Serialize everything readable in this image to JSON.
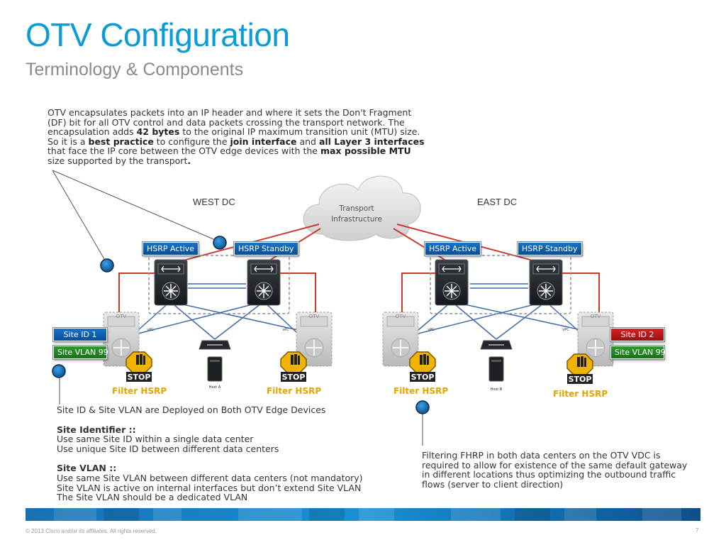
{
  "header": {
    "title": "OTV Configuration",
    "subtitle": "Terminology & Components"
  },
  "intro": {
    "p1": "OTV encapsulates packets into an IP header and where it sets the Don't Fragment (DF) bit for all OTV control and data packets crossing the transport network. The encapsulation adds ",
    "b1": "42 bytes",
    "p2": " to the original IP maximum transition unit (MTU) size. So it is a ",
    "b2": "best practice",
    "p3": " to configure the ",
    "b3": "join interface",
    "p4": " and ",
    "b4": "all Layer 3 interfaces",
    "p5": " that face the IP core between the OTV edge devices with the ",
    "b5": "max possible MTU",
    "p6": " size supported by the transport",
    "b6": "."
  },
  "diagram": {
    "west_label": "WEST DC",
    "east_label": "EAST DC",
    "cloud_line1": "Transport",
    "cloud_line2": "Infrastructure",
    "hsrp_active": "HSRP Active",
    "hsrp_standby": "HSRP Standby",
    "otv_label": "OTV",
    "vpc_label": "vPC",
    "site_id_1": "Site ID 1",
    "site_id_2": "Site ID 2",
    "site_vlan_left": "Site VLAN 99",
    "site_vlan_right": "Site VLAN 99",
    "filter_hsrp": "Filter HSRP",
    "stop": "STOP",
    "host_a": "Host A",
    "host_b": "Host B"
  },
  "site_notes": {
    "line1": "Site ID & Site VLAN are Deployed on Both OTV Edge Devices",
    "site_identifier_heading": "Site Identifier ::",
    "site_identifier_items": [
      "Use same Site ID within a single data center",
      "Use unique Site ID between different data centers"
    ],
    "site_vlan_heading": "Site VLAN ::",
    "site_vlan_items": [
      "Use same Site VLAN between different data centers (not mandatory)",
      "Site VLAN is active on internal interfaces but don’t extend Site VLAN",
      "The Site VLAN should be a dedicated VLAN"
    ]
  },
  "fhrp_note": "Filtering FHRP in both data centers on the OTV VDC is required to allow for existence of the same default gateway in different locations thus optimizing the outbound traffic flows (server to client direction)",
  "footer": {
    "copyright": "© 2013 Cisco and/or its affiliates. All rights reserved.",
    "page": "7"
  },
  "colors": {
    "title": "#0b9bd7",
    "filter": "#e5a400",
    "red_link": "#c93a30",
    "blue_link": "#3d6aa8"
  }
}
